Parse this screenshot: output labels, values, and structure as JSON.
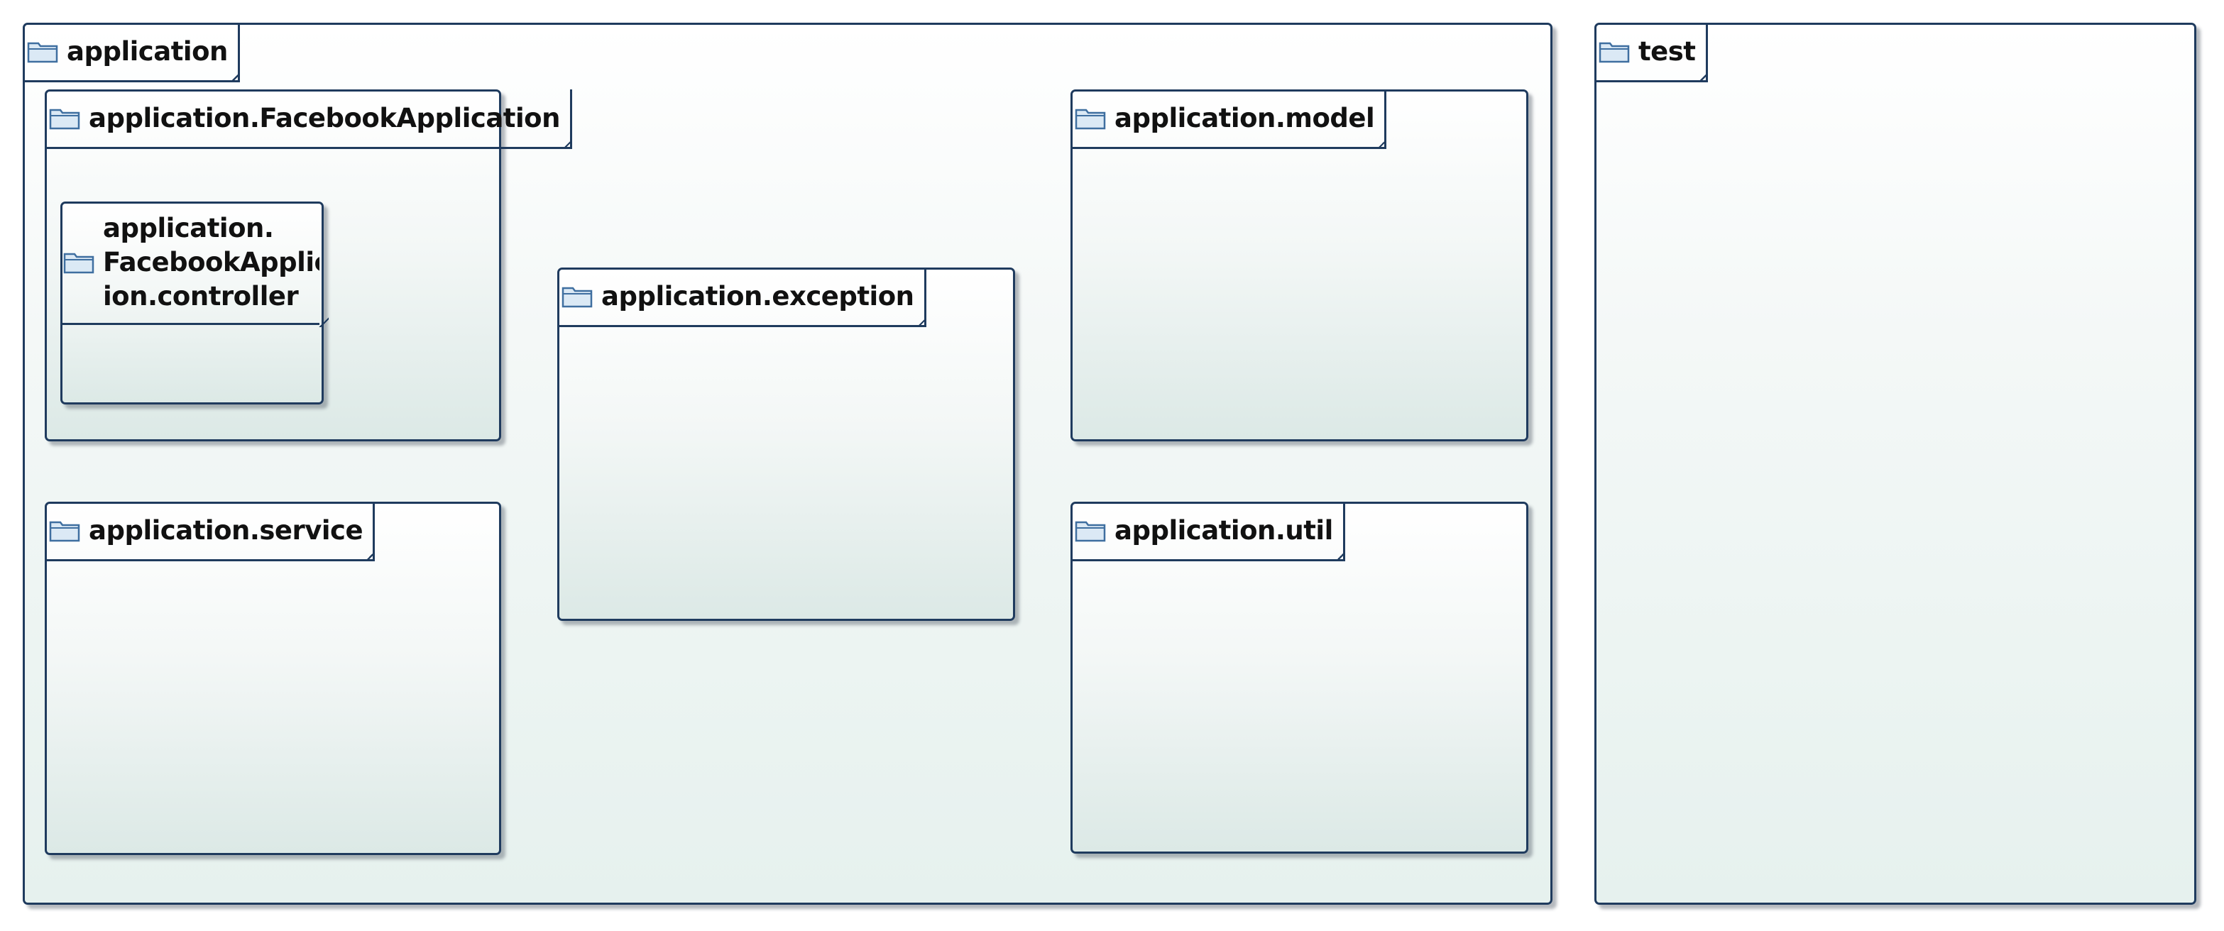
{
  "packages": {
    "application": {
      "name": "application"
    },
    "facebook_application": {
      "name": "application.FacebookApplication"
    },
    "controller": {
      "name_lines": [
        "application.",
        "FacebookApplicat",
        "ion.controller"
      ]
    },
    "exception": {
      "name": "application.exception"
    },
    "model": {
      "name": "application.model"
    },
    "service": {
      "name": "application.service"
    },
    "util": {
      "name": "application.util"
    },
    "test": {
      "name": "test"
    }
  },
  "icons": {
    "package": "folder-icon"
  },
  "colors": {
    "border": "#1f3b5e",
    "icon_stroke": "#3f6fa0",
    "icon_fill": "#dbe9f5",
    "fill_top": "#ffffff",
    "fill_bottom": "#dce9e6"
  }
}
